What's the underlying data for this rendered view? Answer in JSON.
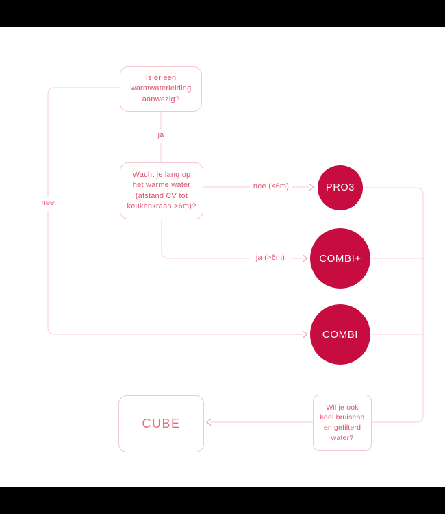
{
  "flowchart": {
    "questions": {
      "q1": "Is er een\nwarmwaterleiding\naanwezig?",
      "q2": "Wacht je lang op\nhet warme water\n(afstand CV tot\nkeukenkraan >6m)?",
      "q3": "Wil je ook\nkoel bruisend\nen gefilterd\nwater?"
    },
    "labels": {
      "ja": "ja",
      "nee": "nee",
      "nee_kleiner_6m": "nee (<6m)",
      "ja_groter_6m": "ja (>6m)"
    },
    "products": {
      "pro3": "PRO3",
      "combi_plus": "COMBI+",
      "combi": "COMBI",
      "cube": "CUBE"
    },
    "colors": {
      "circle_fill": "#c70d3f",
      "circle_text": "#ffffff",
      "question_text": "#e3506c",
      "cube_text": "#ec6a80",
      "connector_line": "#f4cdd7",
      "arrowhead": "#e8a8b6",
      "letterbox_bar": "#000000",
      "background": "#ffffff"
    }
  }
}
